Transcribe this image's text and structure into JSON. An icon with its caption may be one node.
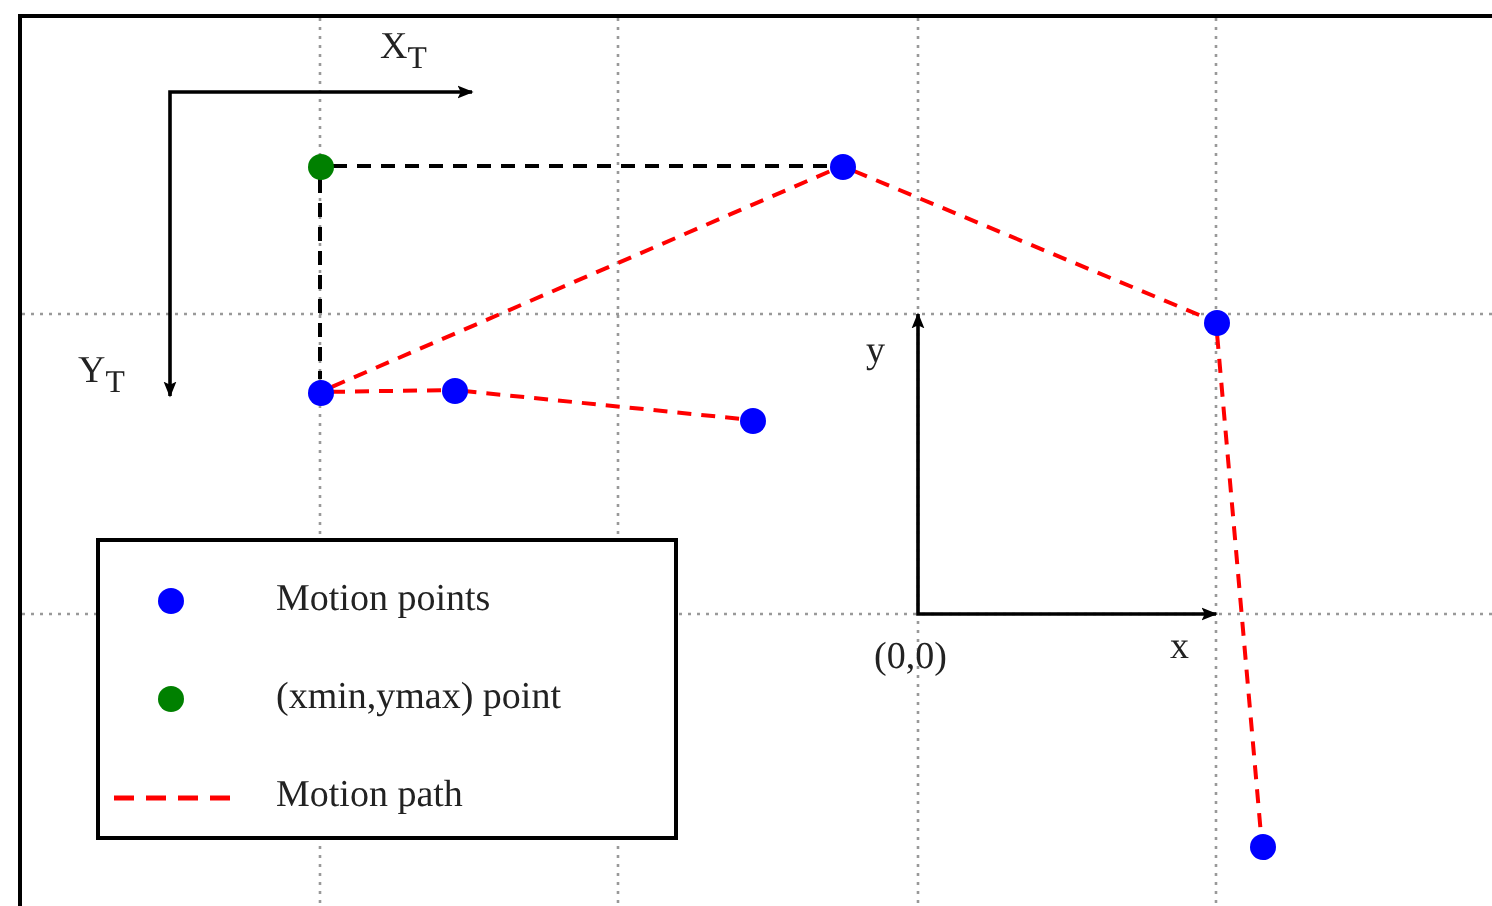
{
  "diagram": {
    "nodes": [
      {
        "text": [],
        "shape": "circle"
      },
      {
        "text": [],
        "shape": "circle"
      },
      {
        "text": [],
        "shape": "circle"
      },
      {
        "text": [],
        "shape": "circle"
      },
      {
        "text": [],
        "shape": "circle"
      },
      {
        "text": [],
        "shape": "circle"
      },
      {
        "text": [],
        "shape": "circle"
      }
    ],
    "edges": [
      {
        "from": 0,
        "to": 1,
        "arrow": "none",
        "style": "dashed",
        "color": "#000000"
      },
      {
        "from": 0,
        "to": 3,
        "arrow": "none",
        "style": "dashed",
        "color": "#000000"
      },
      {
        "from": 5,
        "to": 4,
        "arrow": "none",
        "style": "dashed"
      },
      {
        "from": 4,
        "to": 3,
        "arrow": "none",
        "style": "dashed"
      },
      {
        "from": 3,
        "to": 1,
        "arrow": "none",
        "style": "dashed"
      },
      {
        "from": 1,
        "to": 2,
        "arrow": "none",
        "style": "dashed"
      },
      {
        "from": 2,
        "to": 6,
        "arrow": "none",
        "style": "dashed"
      }
    ],
    "labels": [
      "X$_{T}$",
      "Y$_{T}$",
      "y",
      "(0,0)",
      "x"
    ],
    "legend": [
      {
        "text": "Motion points",
        "color": "#0000ff"
      },
      {
        "text": "(xmin,ymax) point",
        "color": "#008000"
      },
      {
        "text": "Motion path"
      }
    ]
  }
}
